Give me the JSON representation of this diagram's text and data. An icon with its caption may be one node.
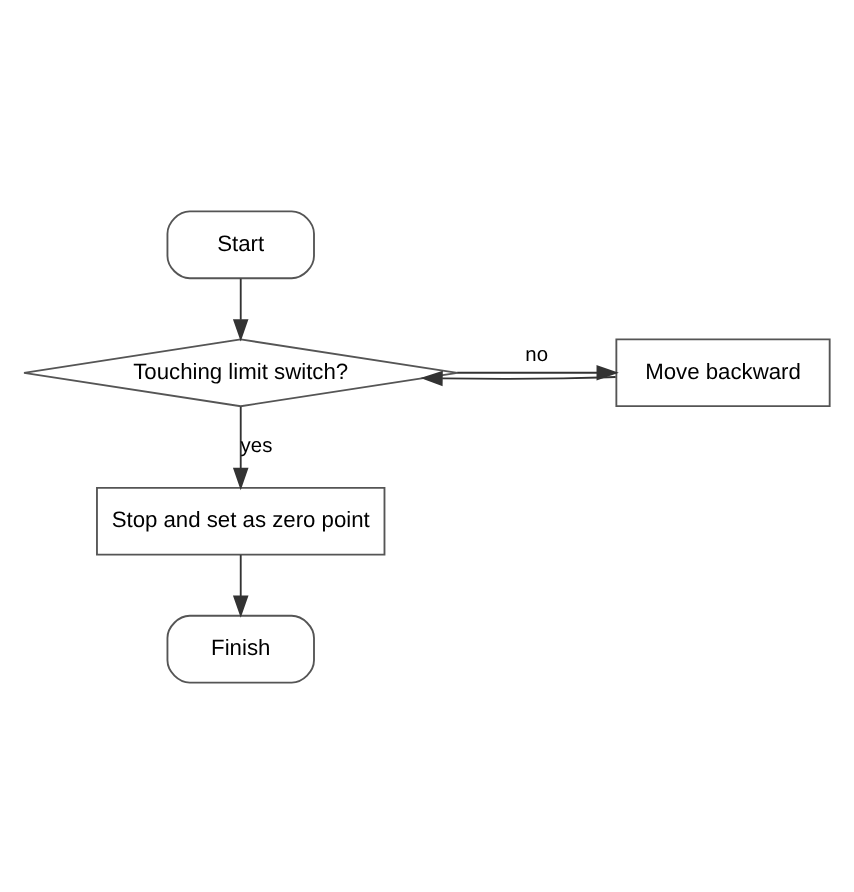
{
  "diagram": {
    "nodes": [
      {
        "text": [
          "Start"
        ]
      },
      {
        "text": [
          "Touching limit switch?"
        ]
      },
      {
        "text": [
          "Move backward"
        ]
      },
      {
        "text": [
          "Stop and set as zero point"
        ]
      },
      {
        "text": [
          "Finish"
        ]
      }
    ],
    "edges": [
      {
        "from": 0,
        "to": 1,
        "arrow": "to"
      },
      {
        "from": 1,
        "to": 2,
        "arrow": "to",
        "label": "no"
      },
      {
        "from": 2,
        "to": 1,
        "arrow": "to"
      },
      {
        "from": 1,
        "to": 3,
        "arrow": "to",
        "label": "yes"
      },
      {
        "from": 3,
        "to": 4,
        "arrow": "to"
      }
    ]
  }
}
